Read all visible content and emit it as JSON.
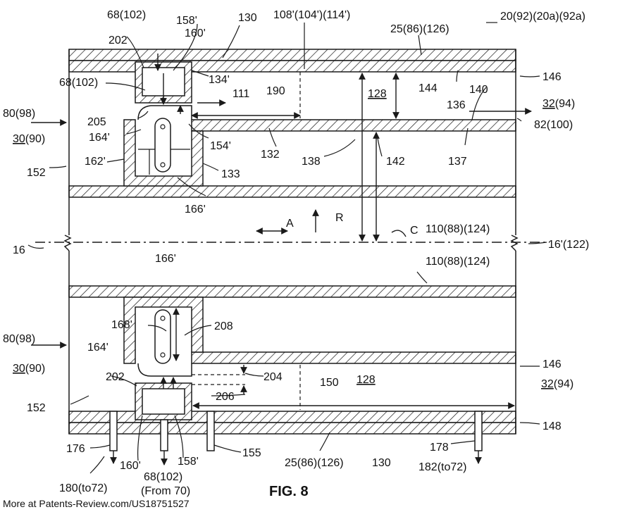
{
  "labels": {
    "l_68_102_top": "68(102)",
    "l_158p_top": "158'",
    "l_160p_top": "160'",
    "l_130_top": "130",
    "l_108p": "108'(104')(114')",
    "l_25_top": "25(86)(126)",
    "l_20": "20(92)(20a)(92a)",
    "l_202_top": "202",
    "l_68_102_left": "68(102)",
    "l_134p": "134'",
    "l_111": "111",
    "l_190": "190",
    "l_128_top": "128",
    "l_144": "144",
    "l_140": "140",
    "l_146_top": "146",
    "l_136": "136",
    "l_32_94_top": "32",
    "l_32_94_top_suffix": "(94)",
    "l_80_98_top": "80(98)",
    "l_205": "205",
    "l_82_100": "82(100)",
    "l_30_90_top": "30",
    "l_30_90_top_suffix": "(90)",
    "l_164p_top": "164'",
    "l_154p": "154'",
    "l_132": "132",
    "l_138": "138",
    "l_142": "142",
    "l_137": "137",
    "l_162p": "162'",
    "l_152_top": "152",
    "l_133": "133",
    "l_166p_top": "166'",
    "l_A": "A",
    "l_R": "R",
    "l_C": "C",
    "l_110_top": "110(88)(124)",
    "l_16p": "16'(122)",
    "l_16": "16",
    "l_166p_bot": "166'",
    "l_110_bot": "110(88)(124)",
    "l_168p": "168'",
    "l_208": "208",
    "l_80_98_bot": "80(98)",
    "l_164p_bot": "164'",
    "l_146_bot": "146",
    "l_30_90_bot": "30",
    "l_30_90_bot_suffix": "(90)",
    "l_32_94_bot": "32",
    "l_32_94_bot_suffix": "(94)",
    "l_202_bot": "202",
    "l_204": "204",
    "l_150": "150",
    "l_128_bot": "128",
    "l_206": "206",
    "l_152_bot": "152",
    "l_148": "148",
    "l_176": "176",
    "l_155": "155",
    "l_178": "178",
    "l_160p_bot": "160'",
    "l_158p_bot": "158'",
    "l_25_bot": "25(86)(126)",
    "l_130_bot": "130",
    "l_68_102_bot": "68(102)",
    "l_from70": "(From 70)",
    "l_182": "182(to72)",
    "l_180": "180(to72)"
  },
  "caption": "FIG. 8",
  "footer": "More at Patents-Review.com/US18751527",
  "colors": {
    "line": "#1a1a1a",
    "background": "#ffffff"
  }
}
